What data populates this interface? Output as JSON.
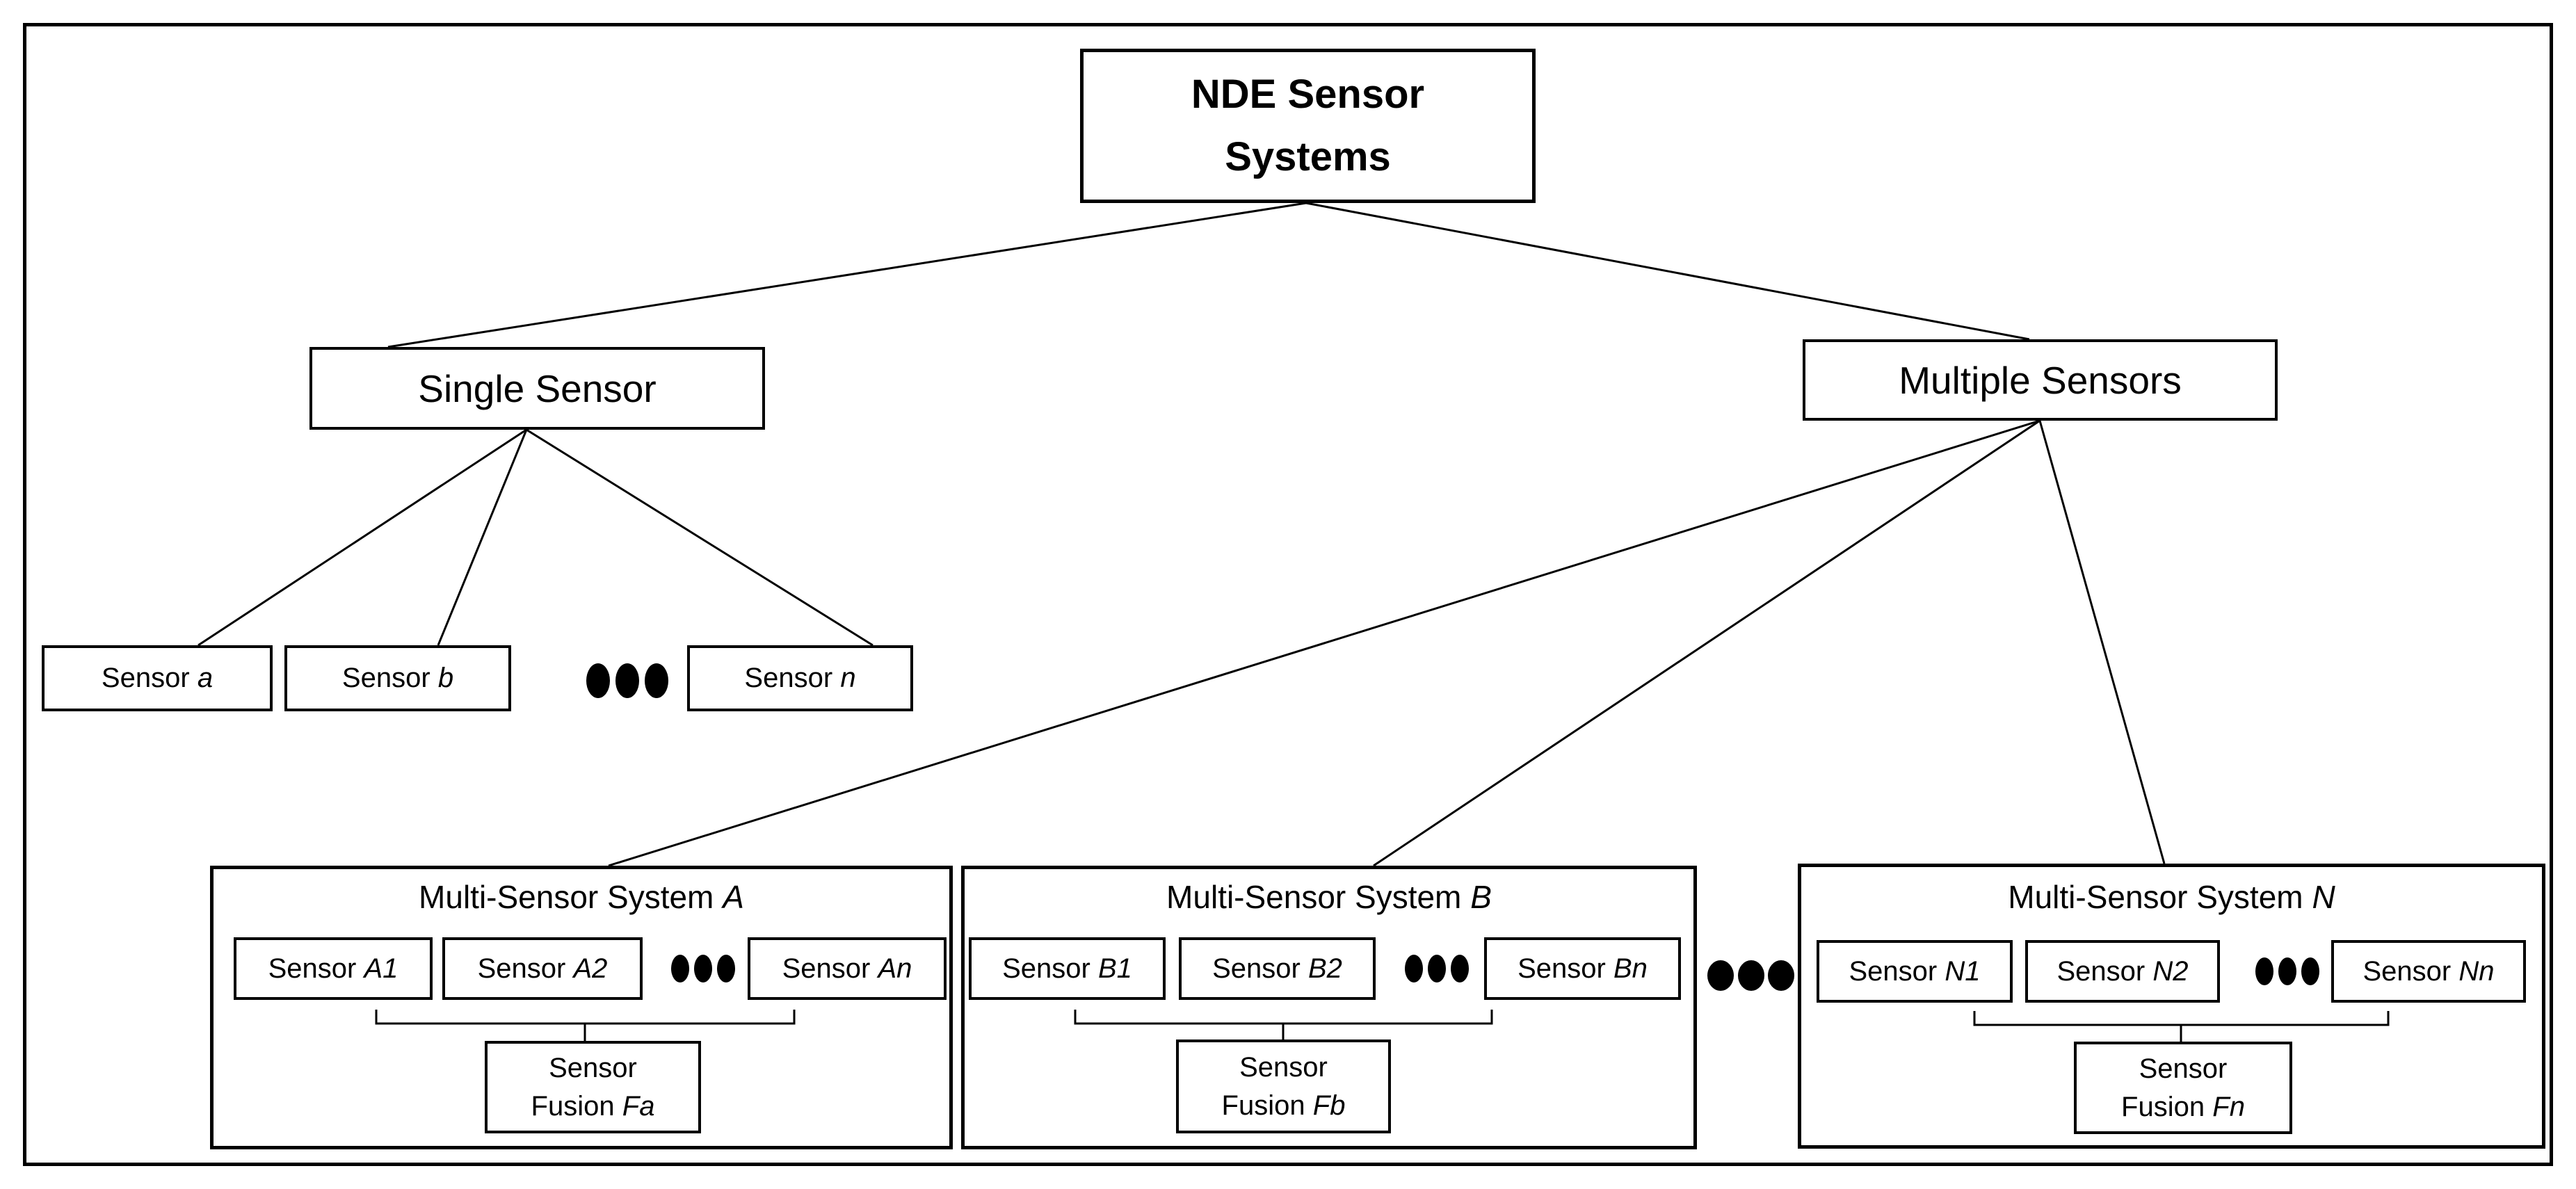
{
  "colors": {
    "ink": "#000000",
    "paper": "#ffffff"
  },
  "root_box": {
    "line1": "NDE Sensor",
    "line2": "Systems"
  },
  "branches": {
    "single": {
      "label": "Single Sensor"
    },
    "multiple": {
      "label": "Multiple Sensors"
    }
  },
  "single_sensors": [
    {
      "prefix": "Sensor",
      "id": "a"
    },
    {
      "prefix": "Sensor",
      "id": "b"
    },
    {
      "prefix": "Sensor",
      "id": "n"
    }
  ],
  "single_ellipsis": "•••",
  "systems_ellipsis": "•••",
  "systems": [
    {
      "title_prefix": "Multi-Sensor System",
      "title_id": "A",
      "sensors": [
        {
          "prefix": "Sensor",
          "id": "A1"
        },
        {
          "prefix": "Sensor",
          "id": "A2"
        },
        {
          "prefix": "Sensor",
          "id": "An"
        }
      ],
      "ellipsis": "•••",
      "fusion": {
        "line1": "Sensor",
        "line2_prefix": "Fusion",
        "line2_id": "Fa"
      }
    },
    {
      "title_prefix": "Multi-Sensor System",
      "title_id": "B",
      "sensors": [
        {
          "prefix": "Sensor",
          "id": "B1"
        },
        {
          "prefix": "Sensor",
          "id": "B2"
        },
        {
          "prefix": "Sensor",
          "id": "Bn"
        }
      ],
      "ellipsis": "•••",
      "fusion": {
        "line1": "Sensor",
        "line2_prefix": "Fusion",
        "line2_id": "Fb"
      }
    },
    {
      "title_prefix": "Multi-Sensor System",
      "title_id": "N",
      "sensors": [
        {
          "prefix": "Sensor",
          "id": "N1"
        },
        {
          "prefix": "Sensor",
          "id": "N2"
        },
        {
          "prefix": "Sensor",
          "id": "Nn"
        }
      ],
      "ellipsis": "•••",
      "fusion": {
        "line1": "Sensor",
        "line2_prefix": "Fusion",
        "line2_id": "Fn"
      }
    }
  ]
}
